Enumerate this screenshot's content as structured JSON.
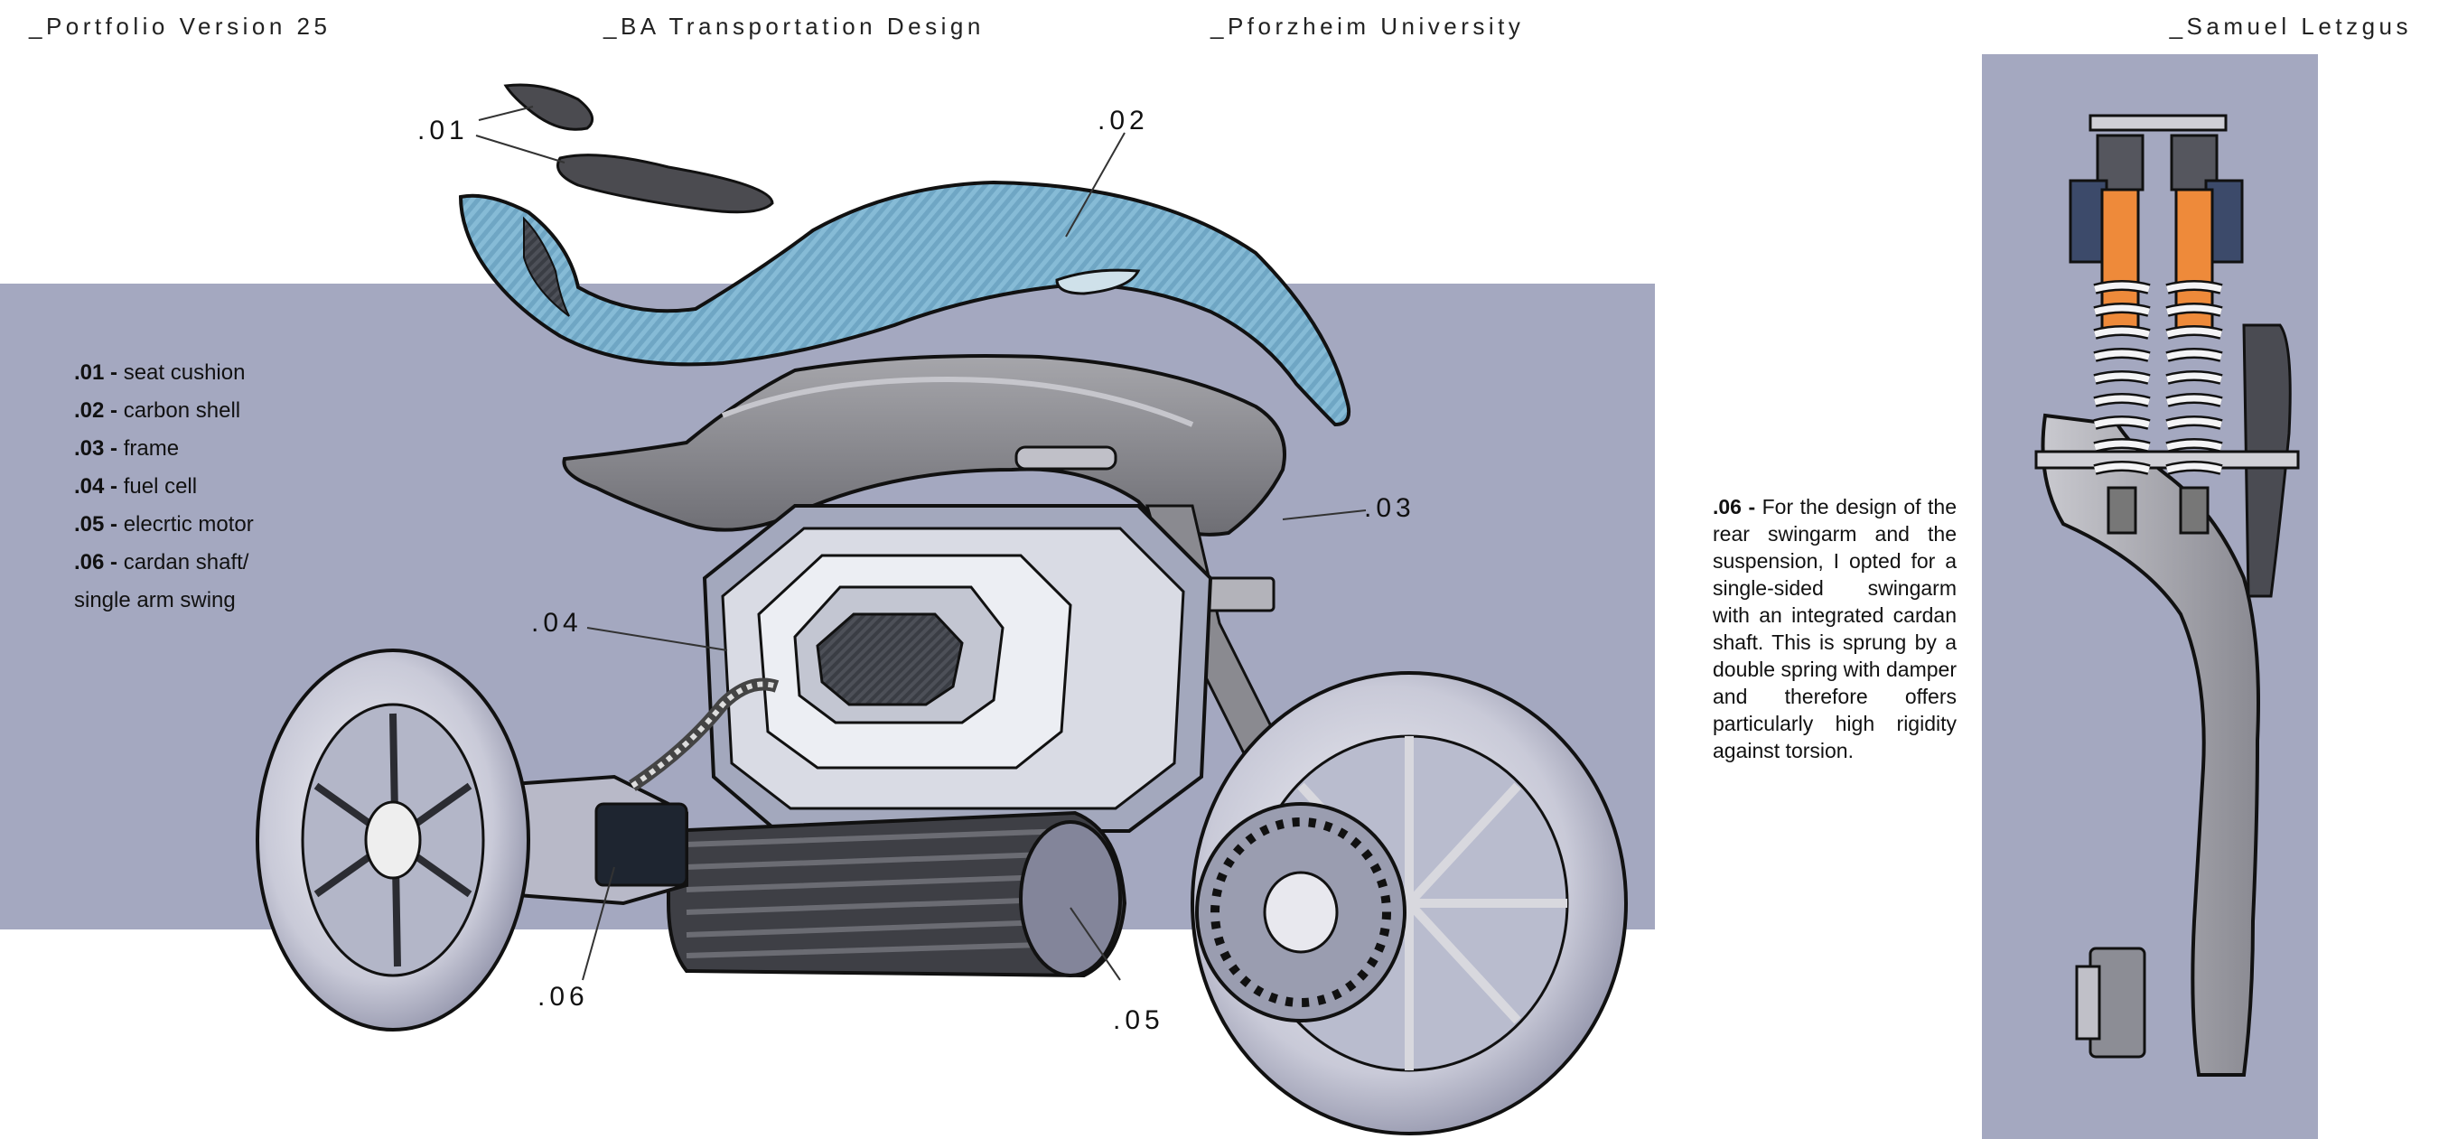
{
  "header": {
    "portfolio": "_Portfolio Version 25",
    "program": "_BA Transportation Design",
    "university": "_Pforzheim University",
    "author": "_Samuel Letzgus"
  },
  "legend": [
    {
      "code": ".01",
      "sep": " - ",
      "label": "seat cushion"
    },
    {
      "code": ".02",
      "sep": " - ",
      "label": "carbon shell"
    },
    {
      "code": ".03",
      "sep": " - ",
      "label": "frame"
    },
    {
      "code": ".04",
      "sep": " - ",
      "label": "fuel cell"
    },
    {
      "code": ".05",
      "sep": " - ",
      "label": "elecrtic motor"
    },
    {
      "code": ".06",
      "sep": " - ",
      "label": "cardan shaft/"
    },
    {
      "code": "",
      "sep": "",
      "label": "single arm swing"
    }
  ],
  "callouts": {
    "c01": ".01",
    "c02": ".02",
    "c03": ".03",
    "c04": ".04",
    "c05": ".05",
    "c06": ".06"
  },
  "description": {
    "code": ".06 -",
    "text": " For the design of the rear swingarm and the suspension, I opted for a single-sided swingarm with an integrated cardan shaft. This is sprung by a double spring with damper and therefore offers particularly high rigidity against torsion."
  },
  "colors": {
    "band": "#a4a8c0",
    "carbon_blue": "#6fa6c4",
    "spring_orange": "#ee8a3a",
    "frame_gray": "#8c8c92"
  }
}
